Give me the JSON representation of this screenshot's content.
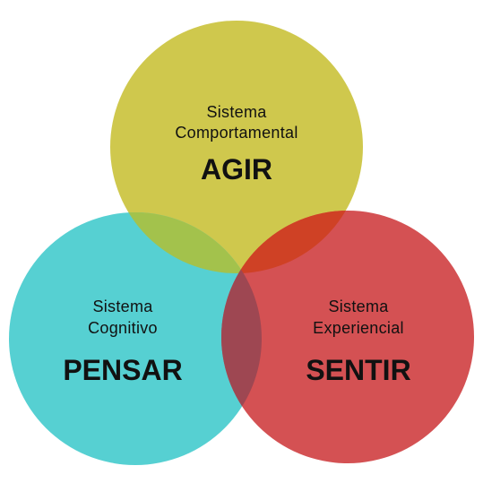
{
  "diagram": {
    "circles": [
      {
        "id": "agir",
        "subtitle_line1": "Sistema",
        "subtitle_line2": "Comportamental",
        "label": "AGIR",
        "color": "#CFC84D"
      },
      {
        "id": "pensar",
        "subtitle_line1": "Sistema",
        "subtitle_line2": "Cognitivo",
        "label": "PENSAR",
        "color": "#56D0D2"
      },
      {
        "id": "sentir",
        "subtitle_line1": "Sistema",
        "subtitle_line2": "Experiencial",
        "label": "SENTIR",
        "color": "#D45153"
      }
    ],
    "overlap_colors": {
      "agir_pensar": "#A3C24C",
      "agir_sentir": "#CF4125",
      "pensar_sentir": "#9E4752"
    }
  }
}
